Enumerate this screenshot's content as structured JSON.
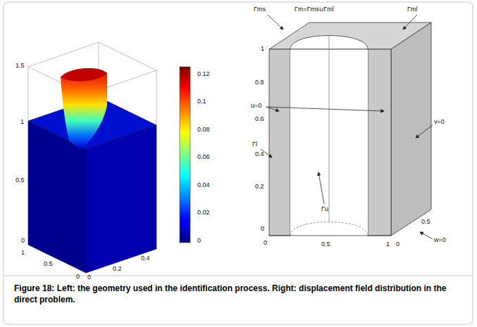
{
  "diagram": {
    "caption": "Figure 18: Left: the geometry used in the identification process. Right: displacement field distribution in the direct problem.",
    "labels": [
      "1.5",
      "1",
      "0.5",
      "0",
      "1",
      "0.5",
      "0",
      "0",
      "0.2",
      "0.4",
      "0.12",
      "0.1",
      "0.08",
      "0.06",
      "0.04",
      "0.02",
      "0",
      "Γms",
      "Γm=Γms∪Γml",
      "Γml",
      "1",
      "0.8",
      "u=0",
      "0.6",
      "Γl",
      "0.4",
      "0.2",
      "0",
      "0",
      "Γu",
      "0.5",
      "1",
      "0",
      "0.5",
      "v=0",
      "w=0"
    ]
  }
}
